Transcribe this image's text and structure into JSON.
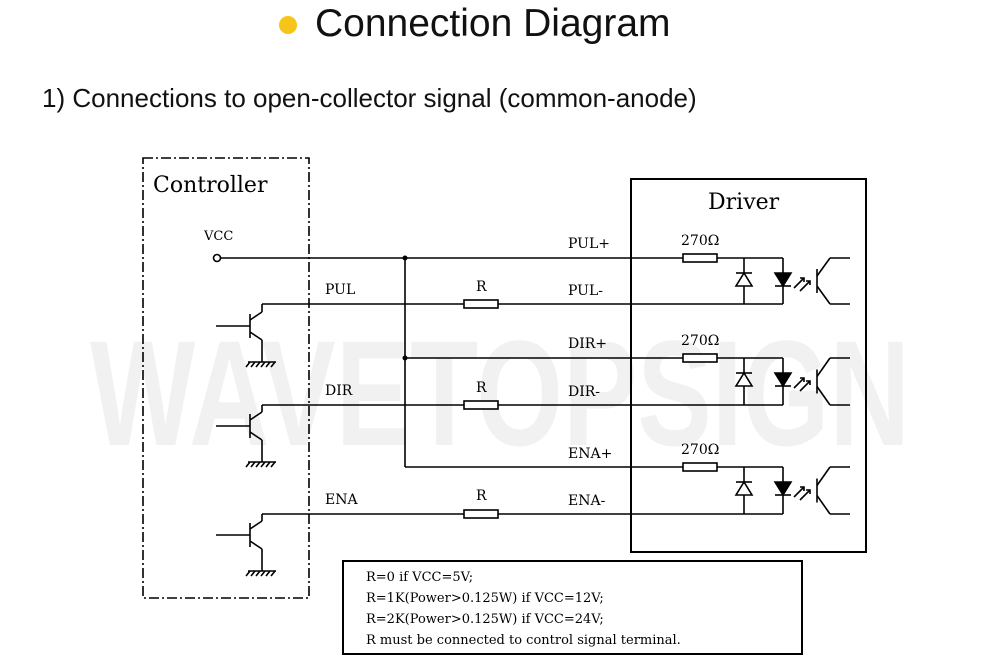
{
  "colors": {
    "bullet": "#f5c518",
    "line": "#000000",
    "watermark": "#f1f1f1"
  },
  "title": "Connection Diagram",
  "subtitle": "1) Connections to open-collector signal (common-anode)",
  "diagram": {
    "controller_label": "Controller",
    "driver_label": "Driver",
    "vcc_label": "VCC",
    "watermark": "WAVETOPSIGN",
    "channels": [
      {
        "input_label": "PUL",
        "resistor_label": "R",
        "plus_label": "PUL+",
        "minus_label": "PUL-",
        "limit_resistor": "270Ω"
      },
      {
        "input_label": "DIR",
        "resistor_label": "R",
        "plus_label": "DIR+",
        "minus_label": "DIR-",
        "limit_resistor": "270Ω"
      },
      {
        "input_label": "ENA",
        "resistor_label": "R",
        "plus_label": "ENA+",
        "minus_label": "ENA-",
        "limit_resistor": "270Ω"
      }
    ],
    "notes": [
      "R=0 if VCC=5V;",
      "R=1K(Power>0.125W) if VCC=12V;",
      "R=2K(Power>0.125W) if VCC=24V;",
      "R must be connected to control signal terminal."
    ]
  }
}
